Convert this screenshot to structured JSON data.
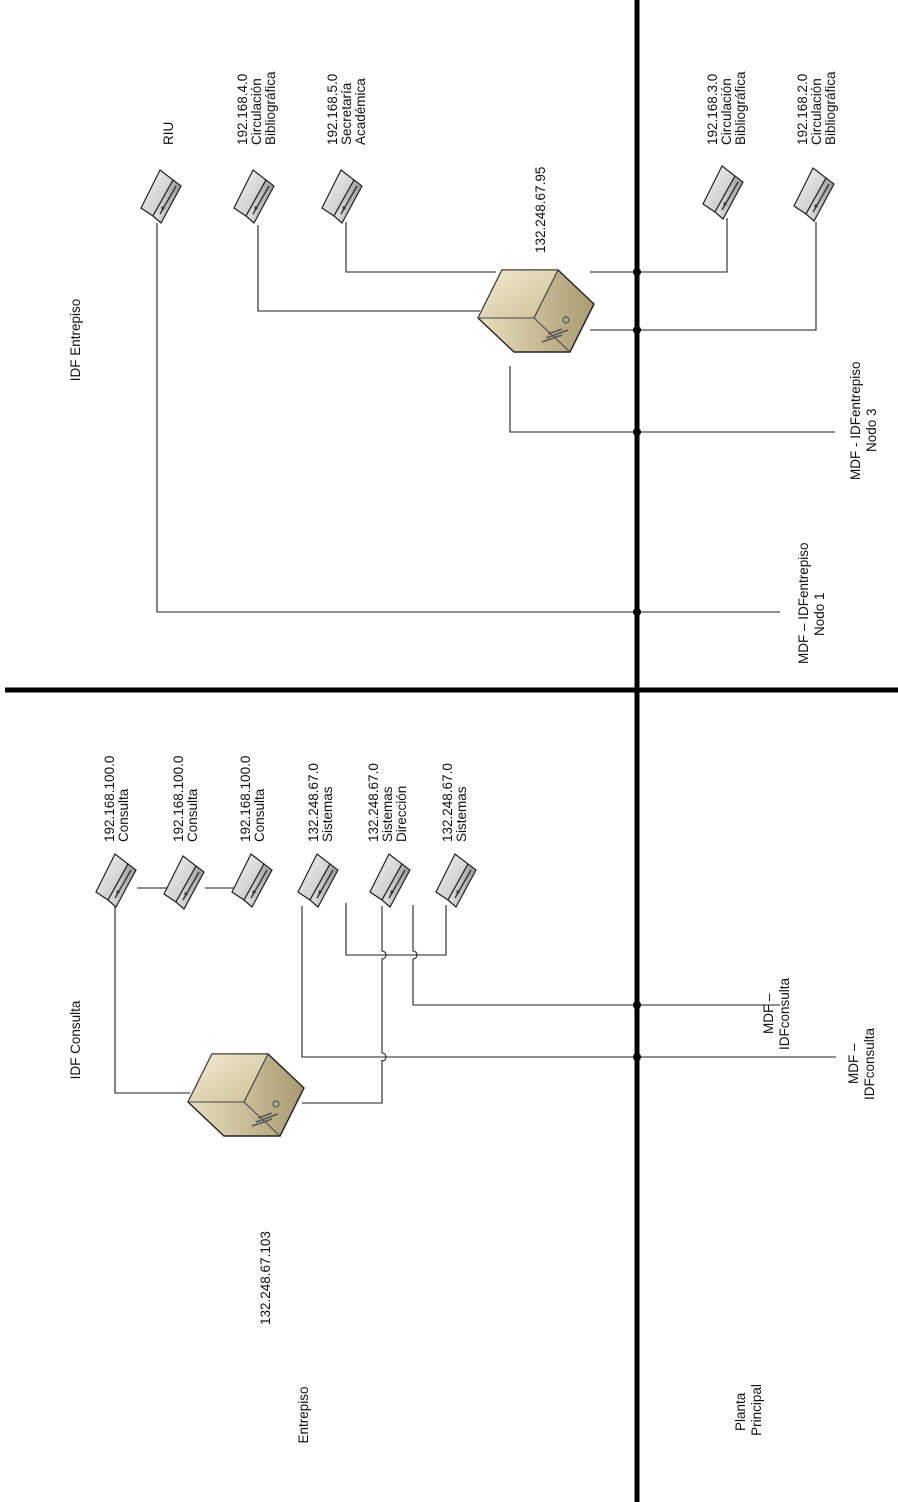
{
  "sections": {
    "idf_entrepiso": "IDF Entrepiso",
    "idf_consulta": "IDF Consulta",
    "entrepiso": "Entrepiso",
    "planta_principal": [
      "Planta",
      "Principal"
    ]
  },
  "servers": {
    "entrepiso_server": "132.248.67.95",
    "consulta_server": "132.248.67.103"
  },
  "entrepiso_switches": [
    {
      "lines": [
        "RIU"
      ]
    },
    {
      "lines": [
        "192.168.4.0",
        "Circulación",
        "Bibliográfica"
      ]
    },
    {
      "lines": [
        "192.168.5.0",
        "Secretaría",
        "Académica"
      ]
    },
    {
      "lines": [
        "192.168.3.0",
        "Circulación",
        "Bibliográfica"
      ]
    },
    {
      "lines": [
        "192.168.2.0",
        "Circulación",
        "Bibliográfica"
      ]
    }
  ],
  "consulta_switches": [
    {
      "lines": [
        "192.168.100.0",
        "Consulta"
      ]
    },
    {
      "lines": [
        "192.168.100.0",
        "Consulta"
      ]
    },
    {
      "lines": [
        "192.168.100.0",
        "Consulta"
      ]
    },
    {
      "lines": [
        "132.248.67.0",
        "Sistemas"
      ]
    },
    {
      "lines": [
        "132.248.67.0",
        "Sistemas",
        "Dirección"
      ]
    },
    {
      "lines": [
        "132.248.67.0",
        "Sistemas"
      ]
    }
  ],
  "links": {
    "entrepiso_nodo1": [
      "MDF – IDFentrepiso",
      "Nodo 1"
    ],
    "entrepiso_nodo3": [
      "MDF - IDFentrepiso",
      "Nodo 3"
    ],
    "consulta_1": [
      "MDF –",
      "IDFconsulta"
    ],
    "consulta_2": [
      "MDF –",
      "IDFconsulta"
    ]
  }
}
